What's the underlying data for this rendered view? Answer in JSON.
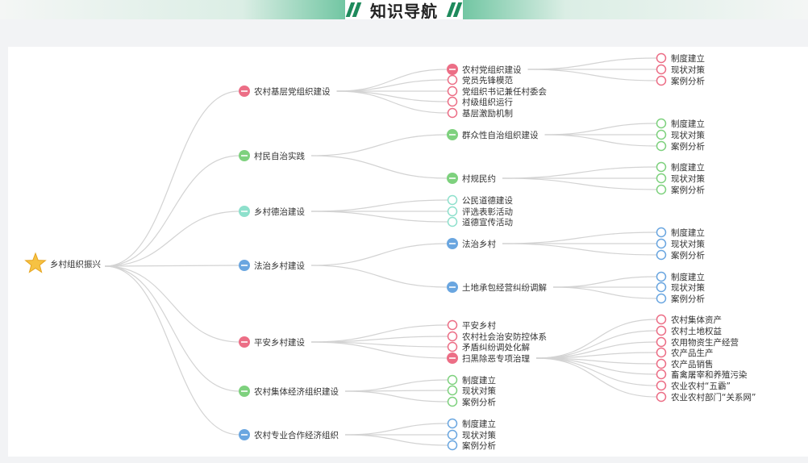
{
  "header": {
    "title": "知识导航"
  },
  "root": {
    "label": "乡村组织振兴"
  },
  "branches": [
    {
      "label": "农村基层党组织建设",
      "color": "#ec6e86",
      "children": [
        {
          "label": "农村党组织建设",
          "children": [
            "制度建立",
            "现状对策",
            "案例分析"
          ]
        },
        {
          "label": "党员先锋模范"
        },
        {
          "label": "党组织书记兼任村委会"
        },
        {
          "label": "村级组织运行"
        },
        {
          "label": "基层激励机制"
        }
      ]
    },
    {
      "label": "村民自治实践",
      "color": "#7ed17e",
      "children": [
        {
          "label": "群众性自治组织建设",
          "children": [
            "制度建立",
            "现状对策",
            "案例分析"
          ]
        },
        {
          "label": "村规民约",
          "children": [
            "制度建立",
            "现状对策",
            "案例分析"
          ]
        }
      ]
    },
    {
      "label": "乡村德治建设",
      "color": "#8ee0cc",
      "children": [
        {
          "label": "公民道德建设"
        },
        {
          "label": "评选表彰活动"
        },
        {
          "label": "道德宣传活动"
        }
      ]
    },
    {
      "label": "法治乡村建设",
      "color": "#6aa6e0",
      "children": [
        {
          "label": "法治乡村",
          "children": [
            "制度建立",
            "现状对策",
            "案例分析"
          ]
        },
        {
          "label": "土地承包经营纠纷调解",
          "children": [
            "制度建立",
            "现状对策",
            "案例分析"
          ]
        }
      ]
    },
    {
      "label": "平安乡村建设",
      "color": "#ec6e86",
      "children": [
        {
          "label": "平安乡村"
        },
        {
          "label": "农村社会治安防控体系"
        },
        {
          "label": "矛盾纠纷调处化解"
        },
        {
          "label": "扫黑除恶专项治理",
          "children": [
            "农村集体资产",
            "农村土地权益",
            "农用物资生产经营",
            "农产品生产",
            "农产品销售",
            "畜禽屠宰和养殖污染",
            "农业农村“五霸”",
            "农业农村部门“关系网”"
          ]
        }
      ]
    },
    {
      "label": "农村集体经济组织建设",
      "color": "#7ed17e",
      "children": [
        {
          "label": "制度建立"
        },
        {
          "label": "现状对策"
        },
        {
          "label": "案例分析"
        }
      ]
    },
    {
      "label": "农村专业合作经济组织",
      "color": "#6aa6e0",
      "children": [
        {
          "label": "制度建立"
        },
        {
          "label": "现状对策"
        },
        {
          "label": "案例分析"
        }
      ]
    }
  ]
}
